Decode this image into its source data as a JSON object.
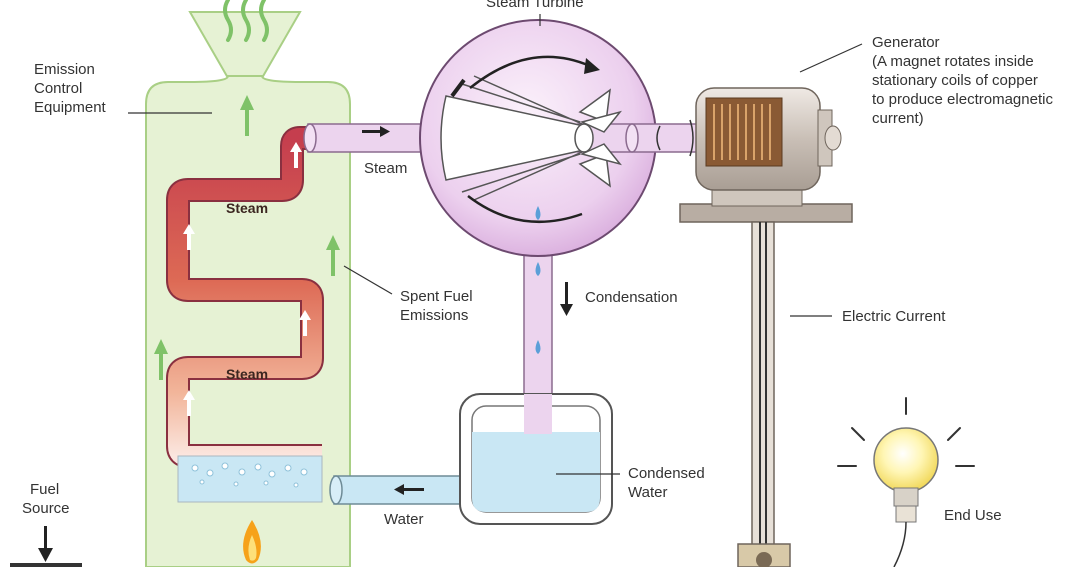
{
  "labels": {
    "emission": [
      "Emission",
      "Control",
      "Equipment"
    ],
    "turbine": "Steam Turbine",
    "generator": [
      "Generator",
      "(A magnet rotates inside",
      "stationary coils of copper",
      "to produce electromagnetic",
      "current)"
    ],
    "steam_pipe": "Steam",
    "steam_upper": "Steam",
    "steam_lower": "Steam",
    "spent_fuel": [
      "Spent Fuel",
      "Emissions"
    ],
    "condensation": "Condensation",
    "electric_current": "Electric Current",
    "condensed_water": [
      "Condensed",
      "Water"
    ],
    "water": "Water",
    "fuel_source": [
      "Fuel",
      "Source"
    ],
    "end_use": "End Use"
  },
  "colors": {
    "boiler_fill": "#e6f2d4",
    "boiler_stroke": "#a9cf85",
    "pipe_hot": "#cc4f55",
    "pipe_warm": "#eea98e",
    "turbine_fill": "#ecd4ee",
    "water_fill": "#c9e7f4",
    "green_arrow": "#7fc268"
  }
}
